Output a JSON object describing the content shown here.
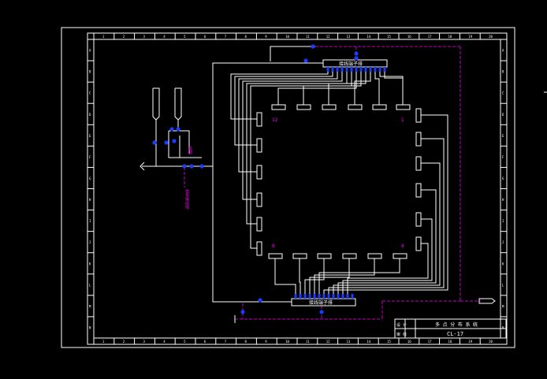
{
  "drawing": {
    "title_block": {
      "label_a": "设 计",
      "label_b": "审 核",
      "title": "多 点 分 布 系 统",
      "drawing_number": "CL-17"
    },
    "corner_labels": {
      "top_left": "12",
      "top_right": "1",
      "bottom_left": "8",
      "bottom_right": "4"
    },
    "top_connector_label": "接线端子排",
    "bottom_connector_label": "接线端子排",
    "side_labels": {
      "upper": "控制",
      "lower": "信号输出线"
    },
    "ruler_numbers": [
      "1",
      "2",
      "3",
      "4",
      "5",
      "6",
      "7",
      "8",
      "9",
      "10",
      "11",
      "12",
      "13",
      "14",
      "15",
      "16",
      "17",
      "18",
      "19",
      "20"
    ],
    "row_letters": [
      "A",
      "B",
      "C",
      "D",
      "E",
      "F",
      "G",
      "H",
      "I",
      "J",
      "K",
      "L",
      "M",
      "N"
    ],
    "colors": {
      "line": "#ffffff",
      "dashed": "#c000c0",
      "text": "#ff00ff",
      "node": "#1a3cff"
    }
  }
}
